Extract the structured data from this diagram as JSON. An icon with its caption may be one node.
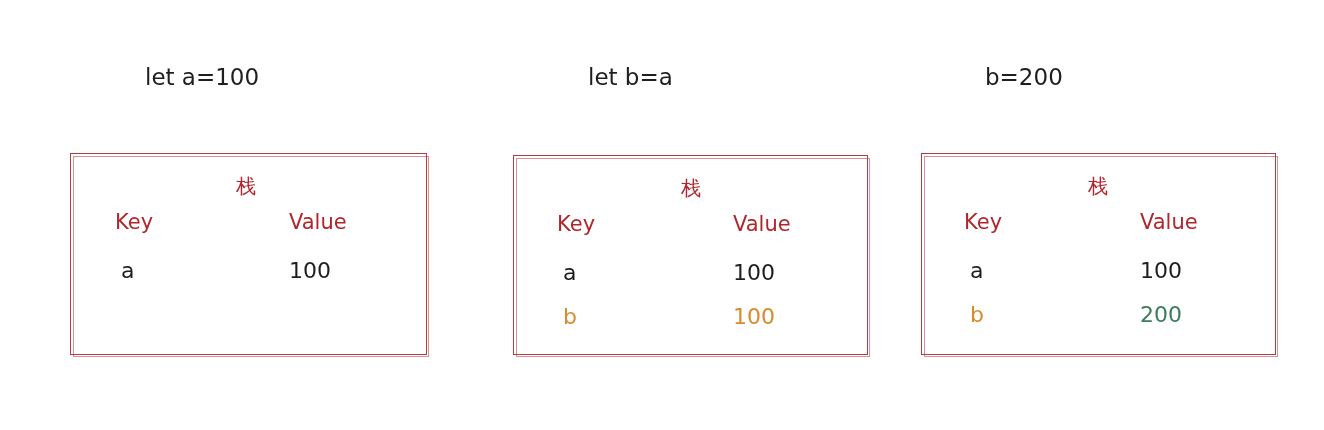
{
  "diagram": {
    "nodes": [
      {
        "text": [
          "栈",
          "Key",
          "Value",
          "a",
          "100"
        ],
        "beside": [
          "let a=100"
        ]
      },
      {
        "text": [
          "栈",
          "Key",
          "Value",
          "a",
          "100",
          "b",
          "100"
        ],
        "beside": [
          "let b=a"
        ]
      },
      {
        "text": [
          "栈",
          "Key",
          "Value",
          "a",
          "100",
          "b",
          "200"
        ],
        "beside": [
          "b=200"
        ]
      }
    ]
  }
}
